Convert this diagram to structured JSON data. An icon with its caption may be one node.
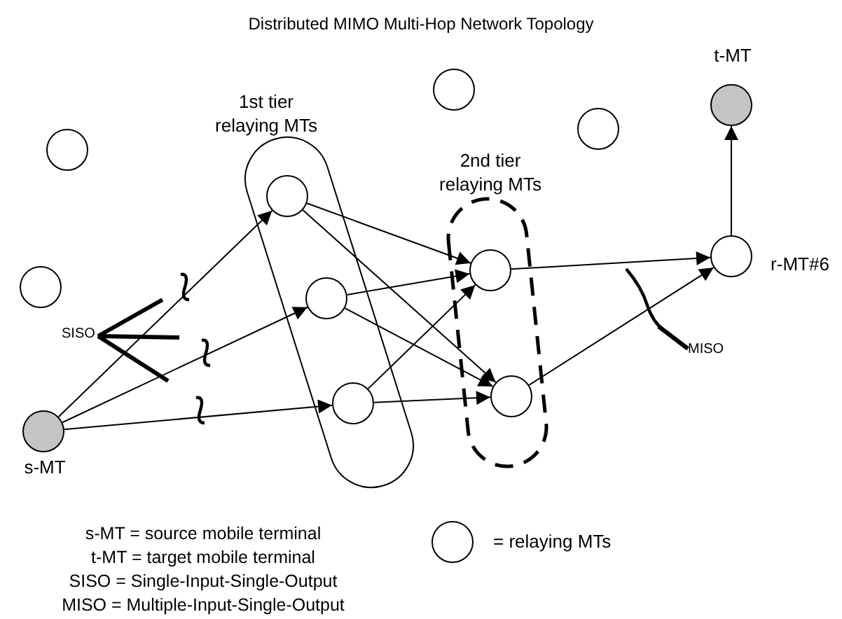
{
  "diagram": {
    "title": "Distributed MIMO Multi-Hop Network Topology",
    "nodes": [
      {
        "text": [],
        "shape": "circle"
      },
      {
        "text": [
          "1st tier relaying MTs"
        ]
      },
      {
        "text": [],
        "shape": "circle",
        "in": 1
      },
      {
        "text": [],
        "shape": "circle",
        "in": 1
      },
      {
        "text": [],
        "shape": "circle",
        "in": 1
      },
      {
        "text": [],
        "shape": "circle"
      },
      {
        "text": [
          "2nd tier relaying MTs"
        ]
      },
      {
        "text": [],
        "shape": "circle",
        "in": 6
      },
      {
        "text": [],
        "shape": "circle",
        "in": 6
      },
      {
        "text": [],
        "shape": "circle"
      },
      {
        "text": [],
        "shape": "circle",
        "beside": [
          "t-MT"
        ]
      },
      {
        "text": [],
        "shape": "circle",
        "beside": [
          "r-MT#6"
        ]
      },
      {
        "text": [],
        "shape": "circle"
      },
      {
        "text": [
          "SISO"
        ]
      },
      {
        "text": [
          "MISO"
        ]
      },
      {
        "text": [],
        "shape": "circle",
        "beside": [
          "s-MT"
        ]
      }
    ],
    "edges": [
      {
        "from": 15,
        "to": 2,
        "arrow": "to"
      },
      {
        "from": 15,
        "to": 3,
        "arrow": "to"
      },
      {
        "from": 15,
        "to": 4,
        "arrow": "to"
      },
      {
        "from": 2,
        "to": 7,
        "arrow": "to"
      },
      {
        "from": 2,
        "to": 8,
        "arrow": "to"
      },
      {
        "from": 3,
        "to": 7,
        "arrow": "to"
      },
      {
        "from": 3,
        "to": 8,
        "arrow": "to"
      },
      {
        "from": 4,
        "to": 7,
        "arrow": "to"
      },
      {
        "from": 4,
        "to": 8,
        "arrow": "to"
      },
      {
        "from": 7,
        "to": 11,
        "arrow": "to"
      },
      {
        "from": 8,
        "to": 11,
        "arrow": "to"
      },
      {
        "from": 11,
        "to": 10,
        "arrow": "to"
      },
      {
        "from": 13,
        "to": null,
        "arrow": "none",
        "style": "thick"
      },
      {
        "from": 13,
        "to": null,
        "arrow": "none",
        "style": "thick"
      },
      {
        "from": 13,
        "to": null,
        "arrow": "none",
        "style": "thick"
      },
      {
        "from": 14,
        "to": null,
        "arrow": "none",
        "style": "thick"
      }
    ],
    "labels": [
      "s-MT = source mobile terminal",
      "t-MT = target mobile terminal",
      "SISO = Single-Input-Single-Output",
      "MISO = Multiple-Input-Single-Output"
    ],
    "legend": [
      {
        "text": "= relaying MTs"
      }
    ]
  }
}
